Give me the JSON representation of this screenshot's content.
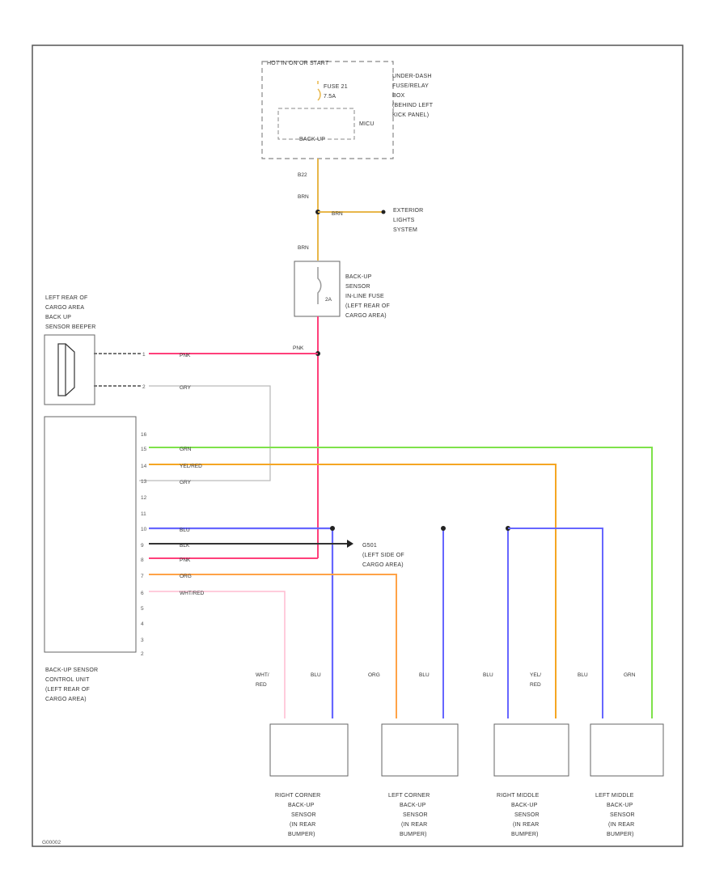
{
  "ignition_box": {
    "title": "HOT IN ON OR START",
    "fuse_label": "FUSE 21",
    "fuse_rating": "7.5A",
    "relay_label": "BACK UP",
    "unit_label": "MICU",
    "location": [
      "UNDER-DASH",
      "FUSE/RELAY",
      "BOX",
      "(BEHIND LEFT",
      "KICK PANEL)"
    ]
  },
  "wires_top": {
    "b22": "B22",
    "brn1": "BRN",
    "brn_branch": "BRN",
    "brn2": "BRN",
    "pnk": "PNK"
  },
  "exterior_lights": [
    "EXTERIOR",
    "LIGHTS",
    "SYSTEM"
  ],
  "inline_fuse": {
    "rating": "2A",
    "label": [
      "BACK-UP",
      "SENSOR",
      "IN-LINE FUSE",
      "(LEFT REAR OF",
      "CARGO AREA)"
    ]
  },
  "beeper": {
    "label": [
      "LEFT REAR OF",
      "CARGO AREA",
      "BACK UP",
      "SENSOR BEEPER"
    ],
    "pin_a": "1",
    "pin_b": "2",
    "wire_a": "PNK",
    "wire_b": "GRY"
  },
  "control_unit": {
    "label": [
      "BACK-UP SENSOR",
      "CONTROL UNIT",
      "(LEFT REAR OF",
      "CARGO AREA)"
    ],
    "pins": [
      "16",
      "15",
      "14",
      "13",
      "12",
      "11",
      "10",
      "9",
      "8",
      "7",
      "6",
      "5",
      "4",
      "3",
      "2"
    ],
    "wires": {
      "grn": "GRN",
      "yel_red": "YEL/RED",
      "gry": "GRY",
      "blu": "BLU",
      "blk": "BLK",
      "pnk": "PNK",
      "org": "ORG",
      "wht_red": "WHT/RED"
    }
  },
  "ground": [
    "G501",
    "(LEFT SIDE OF",
    "CARGO AREA)"
  ],
  "sensors": [
    {
      "wire_a": [
        "WHT/",
        "RED"
      ],
      "wire_b": [
        "BLU"
      ],
      "label": [
        "RIGHT CORNER",
        "BACK-UP",
        "SENSOR",
        "(IN REAR",
        "BUMPER)"
      ]
    },
    {
      "wire_a": [
        "ORG"
      ],
      "wire_b": [
        "BLU"
      ],
      "label": [
        "LEFT CORNER",
        "BACK-UP",
        "SENSOR",
        "(IN REAR",
        "BUMPER)"
      ]
    },
    {
      "wire_a": [
        "BLU"
      ],
      "wire_b": [
        "YEL/",
        "RED"
      ],
      "label": [
        "RIGHT MIDDLE",
        "BACK-UP",
        "SENSOR",
        "(IN REAR",
        "BUMPER)"
      ]
    },
    {
      "wire_a": [
        "BLU"
      ],
      "wire_b": [
        "GRN"
      ],
      "label": [
        "LEFT MIDDLE",
        "BACK-UP",
        "SENSOR",
        "(IN REAR",
        "BUMPER)"
      ]
    }
  ],
  "footer_code": "G00002",
  "colors": {
    "brn": "#e8b74a",
    "pnk": "#ff3f7a",
    "grn": "#7ee24a",
    "yel_red": "#f5a623",
    "org": "#ffa347",
    "blu": "#6666ff",
    "blk": "#333333",
    "gry": "#bbbbbb",
    "wht_red": "#ffbcd0"
  }
}
